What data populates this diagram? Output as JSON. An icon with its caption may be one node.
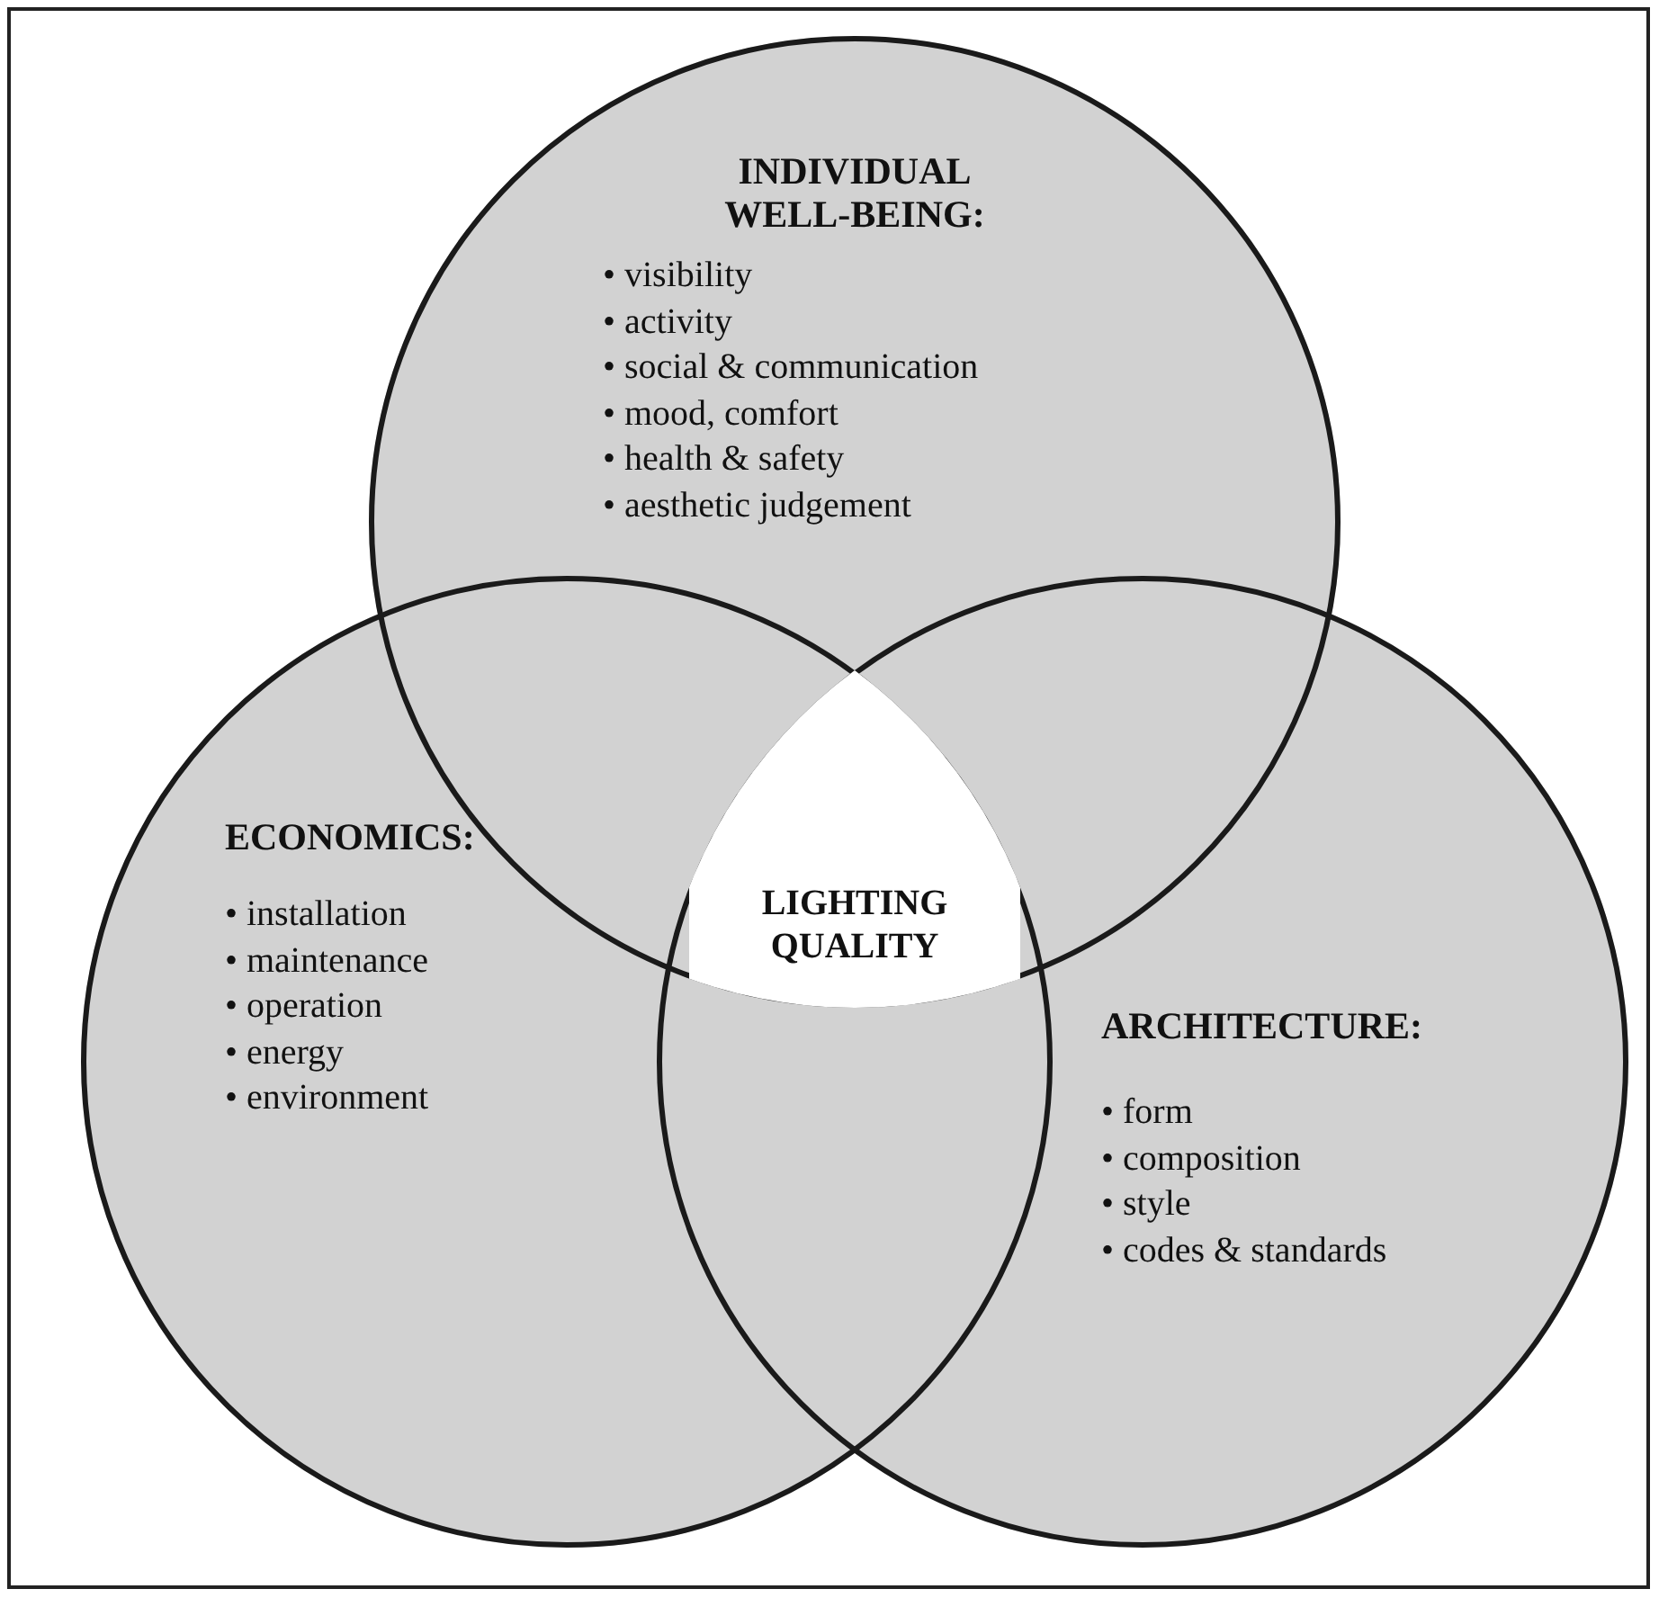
{
  "diagram": {
    "nodes": [
      {
        "text": [
          "INDIVIDUAL WELL-BEING:",
          "• visibility",
          "• activity",
          "• social & communication",
          "• mood, comfort",
          "• health & safety",
          "• aesthetic judgement"
        ]
      },
      {
        "text": [
          "LIGHTING QUALITY"
        ]
      },
      {
        "text": [
          "ECONOMICS:",
          "• installation",
          "• maintenance",
          "• operation",
          "• energy",
          "• environment"
        ]
      },
      {
        "text": [
          "ARCHITECTURE:",
          "• form",
          "• composition",
          "• style",
          "• codes & standards"
        ]
      }
    ],
    "edges": []
  }
}
